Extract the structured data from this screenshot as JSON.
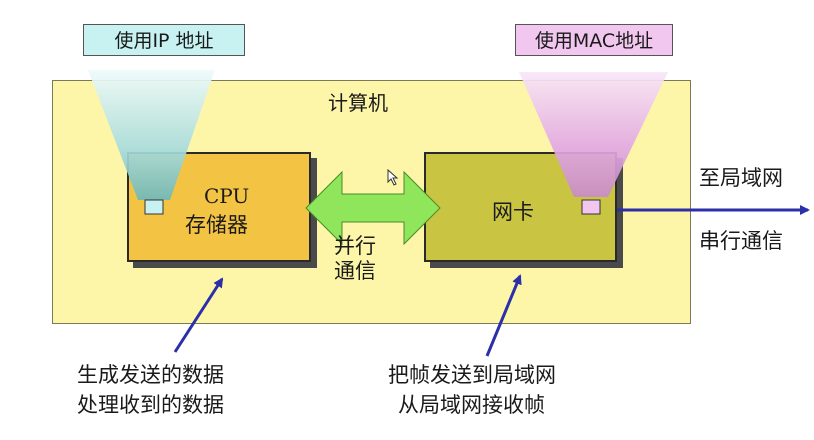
{
  "computer_label": "计算机",
  "ip_label": "使用IP 地址",
  "mac_label": "使用MAC地址",
  "cpu_line1": "CPU",
  "cpu_line2": "存储器",
  "nic_label": "网卡",
  "parallel_line1": "并行",
  "parallel_line2": "通信",
  "lan_label": "至局域网",
  "serial_label": "串行通信",
  "cpu_note_line1": "生成发送的数据",
  "cpu_note_line2": "处理收到的数据",
  "nic_note_line1": "把帧发送到局域网",
  "nic_note_line2": "从局域网接收帧",
  "colors": {
    "computer_fill": "#fdf6a8",
    "cpu_fill": "#f3c444",
    "nic_fill": "#c9c442",
    "parallel_arrow": "#8fe65a",
    "ip_cone": "#8fd3d4",
    "mac_cone": "#e3a6e6",
    "pointer_arrow": "#2b2fa8"
  }
}
